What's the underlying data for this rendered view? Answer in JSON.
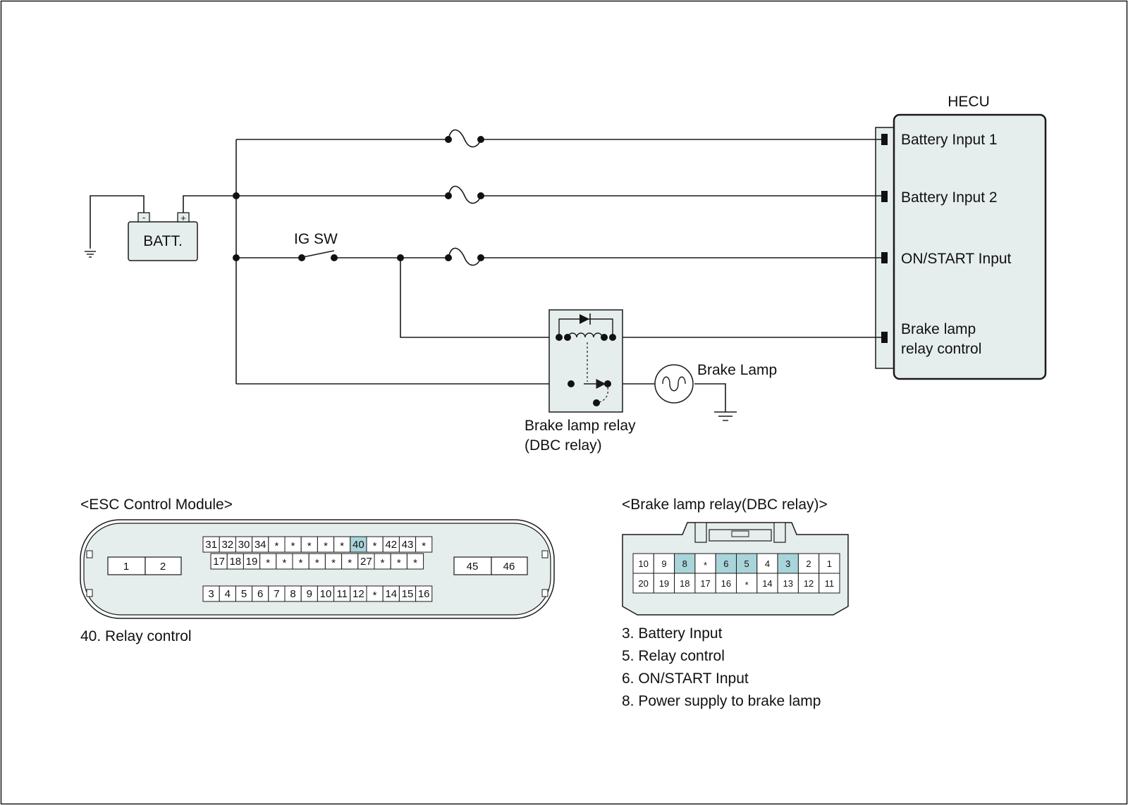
{
  "colors": {
    "panel": "#e6eded",
    "highlight": "#a9d4da",
    "line": "#1a1a1a"
  },
  "hecu": {
    "title": "HECU",
    "inputs": [
      "Battery Input 1",
      "Battery Input 2",
      "ON/START Input"
    ],
    "brake_line1": "Brake lamp",
    "brake_line2": "relay control"
  },
  "battery": {
    "label": "BATT.",
    "minus": "-",
    "plus": "+"
  },
  "ig_switch": {
    "label": "IG SW"
  },
  "brake_lamp": {
    "label": "Brake Lamp"
  },
  "relay": {
    "line1": "Brake lamp relay",
    "line2": "(DBC relay)"
  },
  "esc": {
    "title": "<ESC Control Module>",
    "left_pins": [
      "1",
      "2"
    ],
    "right_pins": [
      "45",
      "46"
    ],
    "row1": [
      "31",
      "32",
      "30",
      "34",
      "*",
      "*",
      "*",
      "*",
      "*",
      "40",
      "*",
      "42",
      "43",
      "*"
    ],
    "row2": [
      "17",
      "18",
      "19",
      "*",
      "*",
      "*",
      "*",
      "*",
      "*",
      "27",
      "*",
      "*",
      "*"
    ],
    "row3": [
      "3",
      "4",
      "5",
      "6",
      "7",
      "8",
      "9",
      "10",
      "11",
      "12",
      "*",
      "14",
      "15",
      "16"
    ],
    "highlighted": [
      "40"
    ],
    "notes": [
      "40. Relay control"
    ]
  },
  "dbc": {
    "title": "<Brake lamp relay(DBC relay)>",
    "row1": [
      "10",
      "9",
      "8",
      "*",
      "6",
      "5",
      "4",
      "3",
      "2",
      "1"
    ],
    "row2": [
      "20",
      "19",
      "18",
      "17",
      "16",
      "*",
      "14",
      "13",
      "12",
      "11"
    ],
    "highlighted": [
      "8",
      "6",
      "5",
      "3"
    ],
    "notes": [
      "3. Battery Input",
      "5. Relay control",
      "6. ON/START Input",
      "8. Power supply to brake lamp"
    ]
  }
}
